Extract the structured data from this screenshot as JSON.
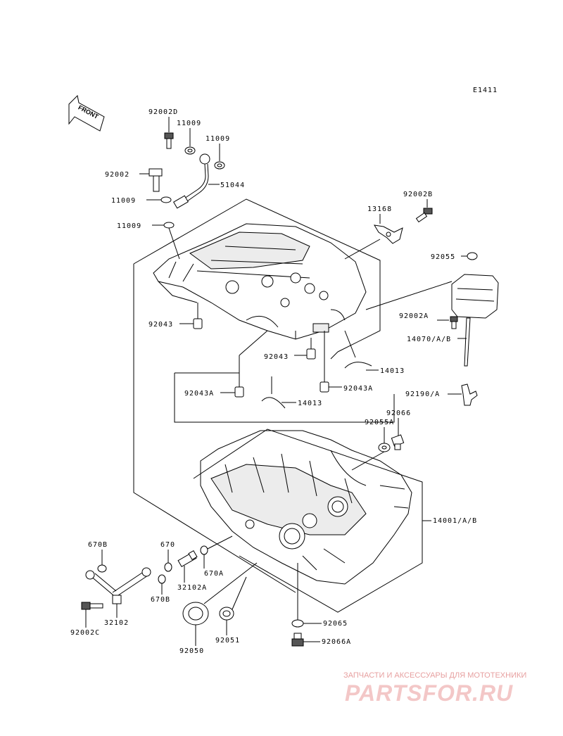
{
  "diagram_code": "E1411",
  "front_label": "FRONT",
  "watermark": {
    "line1": "ЗАПЧАСТИ И АКСЕССУАРЫ ДЛЯ МОТОТЕХНИКИ",
    "logo": "PARTSFOR.RU"
  },
  "part_labels": {
    "p92002D": "92002D",
    "p11009_a": "11009",
    "p11009_b": "11009",
    "p92002": "92002",
    "p51044": "51044",
    "p11009_c": "11009",
    "p11009_d": "11009",
    "p92002B": "92002B",
    "p13168": "13168",
    "p92055": "92055",
    "p92043_a": "92043",
    "p92002A": "92002A",
    "p14070": "14070/A/B",
    "p92043_b": "92043",
    "p14013_a": "14013",
    "p92043A_a": "92043A",
    "p92043A_b": "92043A",
    "p92190": "92190/A",
    "p14013_b": "14013",
    "p92066": "92066",
    "p92055A": "92055A",
    "p14001": "14001/A/B",
    "p670B_a": "670B",
    "p670": "670",
    "p670A": "670A",
    "p32102A": "32102A",
    "p670B_b": "670B",
    "p32102": "32102",
    "p92002C": "92002C",
    "p92065": "92065",
    "p92050": "92050",
    "p92051": "92051",
    "p92066A": "92066A"
  }
}
